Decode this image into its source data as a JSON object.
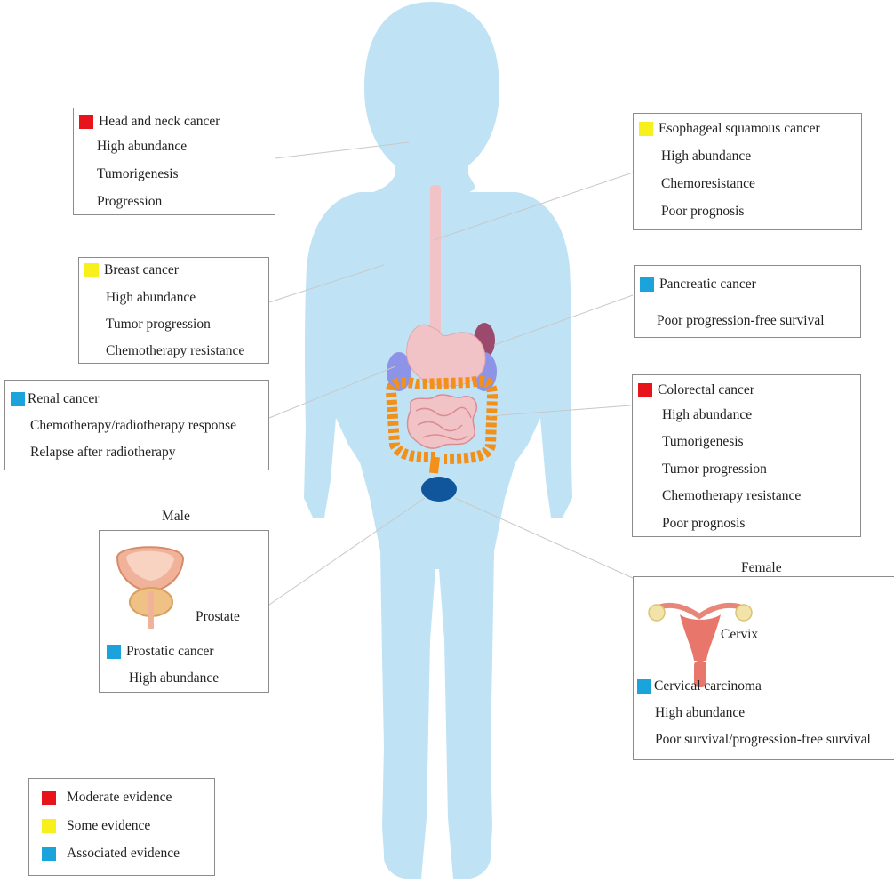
{
  "colors": {
    "moderate": "#e8141b",
    "some": "#f7f01d",
    "associated": "#1ba3dc",
    "body": "#bfe3f5",
    "esophagus": "#f2c3c6",
    "colon": "#f39019",
    "kidney": "#8d93e6",
    "bladder": "#10569c",
    "connector": "#c8c8c8"
  },
  "boxes": {
    "head_neck": {
      "evidence": "moderate",
      "title": "Head and neck cancer",
      "lines": [
        "High abundance",
        "Tumorigenesis",
        "Progression"
      ]
    },
    "esophageal": {
      "evidence": "some",
      "title": "Esophageal squamous cancer",
      "lines": [
        "High abundance",
        "Chemoresistance",
        "Poor prognosis"
      ]
    },
    "breast": {
      "evidence": "some",
      "title": "Breast cancer",
      "lines": [
        "High abundance",
        "Tumor progression",
        "Chemotherapy resistance"
      ]
    },
    "pancreatic": {
      "evidence": "associated",
      "title": "Pancreatic cancer",
      "lines": [
        "Poor progression-free survival"
      ]
    },
    "renal": {
      "evidence": "associated",
      "title": "Renal cancer",
      "lines": [
        "Chemotherapy/radiotherapy response",
        "Relapse after radiotherapy"
      ]
    },
    "colorectal": {
      "evidence": "moderate",
      "title": "Colorectal cancer",
      "lines": [
        "High abundance",
        "Tumorigenesis",
        "Tumor progression",
        "Chemotherapy resistance",
        "Poor prognosis"
      ]
    },
    "prostatic": {
      "caption": "Male",
      "organ": "Prostate",
      "evidence": "associated",
      "title": "Prostatic cancer",
      "lines": [
        "High abundance"
      ]
    },
    "cervical": {
      "caption": "Female",
      "organ": "Cervix",
      "evidence": "associated",
      "title": "Cervical carcinoma",
      "lines": [
        "High abundance",
        "Poor survival/progression-free survival"
      ]
    }
  },
  "legend": [
    {
      "evidence": "moderate",
      "label": "Moderate evidence"
    },
    {
      "evidence": "some",
      "label": "Some evidence"
    },
    {
      "evidence": "associated",
      "label": "Associated evidence"
    }
  ]
}
